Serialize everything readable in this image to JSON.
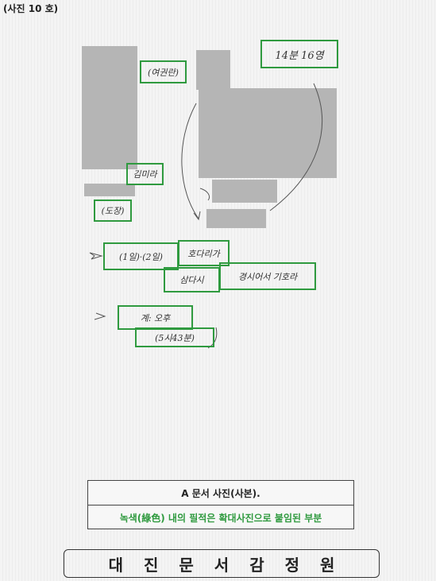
{
  "header": {
    "photo_label": "(사진 10 호)"
  },
  "handwriting": [
    {
      "id": "hw-1",
      "text": "(여권란)"
    },
    {
      "id": "hw-2",
      "text": "14분 16영"
    },
    {
      "id": "hw-3",
      "text": "김미라"
    },
    {
      "id": "hw-4",
      "text": "(도장)"
    },
    {
      "id": "hw-5",
      "text": "(1일)·(2일)"
    },
    {
      "id": "hw-6",
      "text": "호다리가"
    },
    {
      "id": "hw-7",
      "text": "삼다시"
    },
    {
      "id": "hw-8",
      "text": "경시어서 기호라"
    },
    {
      "id": "hw-9",
      "text": "계: 오후"
    },
    {
      "id": "hw-10",
      "text": "(5시43분)"
    }
  ],
  "caption": {
    "title": "A 문서 사진(사본).",
    "note": "녹색(綠色) 내의 필적은 확대사진으로 붙임된 부분"
  },
  "footer": {
    "org": "대진문서감정원"
  }
}
